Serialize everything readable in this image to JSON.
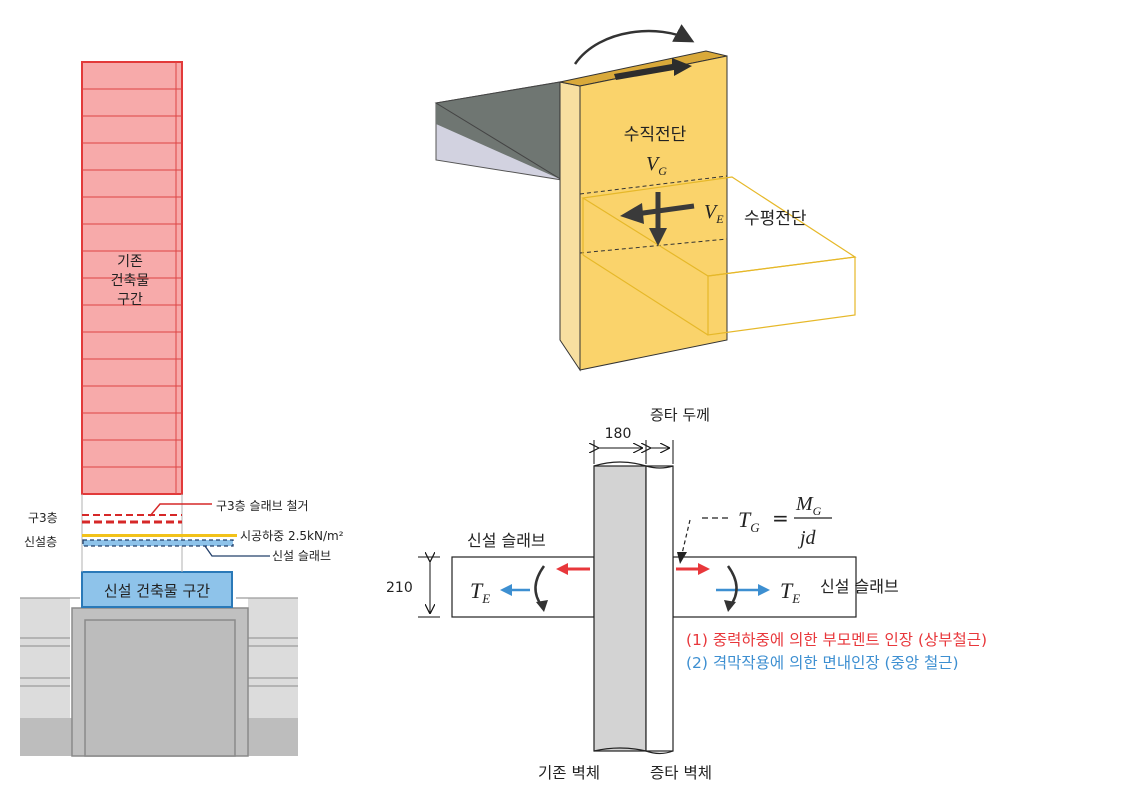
{
  "left": {
    "existing_label": [
      "기존",
      "건축물",
      "구간"
    ],
    "floor_g3": "구3층",
    "floor_new": "신설층",
    "note_remove": "구3층 슬래브 철거",
    "note_load": "시공하중 2.5kN/m²",
    "note_slab": "신설 슬래브",
    "new_building": "신설 건축물 구간",
    "colors": {
      "existing": "#f7aaaa",
      "existing_edge": "#e23a3a",
      "new": "#8ec3ea",
      "new_edge": "#2a79b8",
      "ground": "#bdbdbd",
      "removed": "#d62828",
      "load": "#f2c21a",
      "slab": "#23406b"
    }
  },
  "top": {
    "vertical_shear": "수직전단",
    "vg_main": "V",
    "vg_sub": "G",
    "ve_main": "V",
    "ve_sub": "E",
    "horizontal_shear": "수평전단",
    "colors": {
      "wall": "#fad36b",
      "slab_fill": "#c9c9d9",
      "slab_dark": "#6f7672"
    }
  },
  "bottom": {
    "dim_180": "180",
    "thickening": "증타 두께",
    "dim_210": "210",
    "slab_left": "신설 슬래브",
    "slab_right": "신설 슬래브",
    "tg_main": "T",
    "tg_sub": "G",
    "mg_main": "M",
    "mg_sub": "G",
    "jd": "jd",
    "te_main": "T",
    "te_sub": "E",
    "note1": "(1)  중력하중에 의한 부모멘트 인장 (상부철근)",
    "note2": "(2)  격막작용에 의한 면내인장 (중앙 철근)",
    "existing_wall": "기존 벽체",
    "thick_wall": "증타 벽체",
    "colors": {
      "red": "#e8373b",
      "blue": "#3d8fd1",
      "wall_grey": "#d3d3d3"
    }
  }
}
